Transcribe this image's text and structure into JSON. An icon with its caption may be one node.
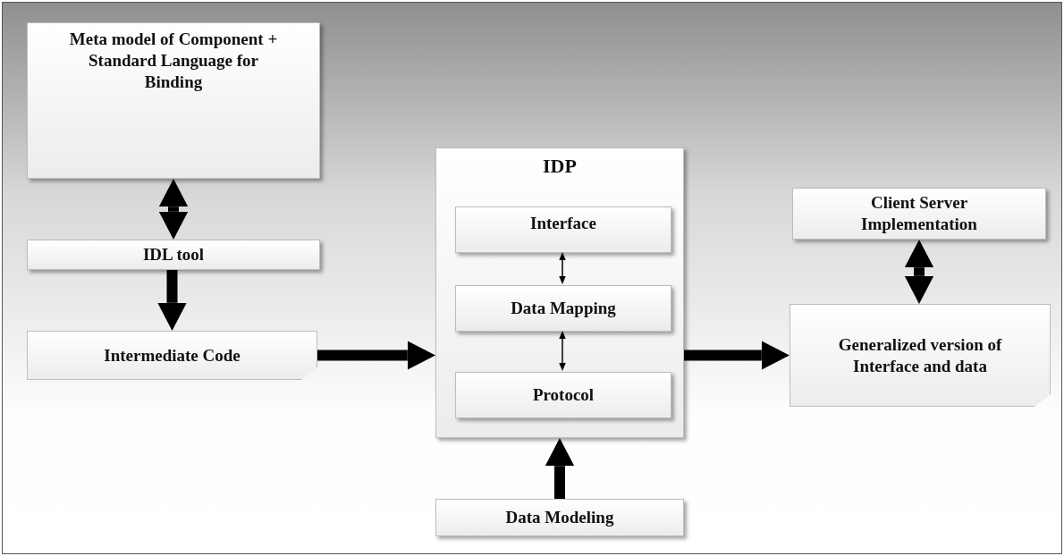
{
  "diagram": {
    "nodes": [
      {
        "text": [
          "Meta model of Component + Standard Language for Binding"
        ]
      },
      {
        "text": [
          "IDL tool"
        ]
      },
      {
        "text": [
          "Intermediate Code"
        ]
      },
      {
        "text": [
          "IDP"
        ]
      },
      {
        "text": [
          "Interface"
        ],
        "in": 3
      },
      {
        "text": [
          "Data Mapping"
        ],
        "in": 3
      },
      {
        "text": [
          "Protocol"
        ],
        "in": 3
      },
      {
        "text": [
          "Data Modeling"
        ]
      },
      {
        "text": [
          "Client Server Implementation"
        ]
      },
      {
        "text": [
          "Generalized version of Interface and data"
        ]
      }
    ],
    "edges": [
      {
        "from": 0,
        "to": 1,
        "arrow": "both"
      },
      {
        "from": 1,
        "to": 2,
        "arrow": "to"
      },
      {
        "from": 2,
        "to": 3,
        "arrow": "to"
      },
      {
        "from": 4,
        "to": 5,
        "arrow": "both"
      },
      {
        "from": 5,
        "to": 6,
        "arrow": "both"
      },
      {
        "from": 7,
        "to": 3,
        "arrow": "to"
      },
      {
        "from": 3,
        "to": 9,
        "arrow": "to"
      },
      {
        "from": 8,
        "to": 9,
        "arrow": "both"
      }
    ]
  }
}
